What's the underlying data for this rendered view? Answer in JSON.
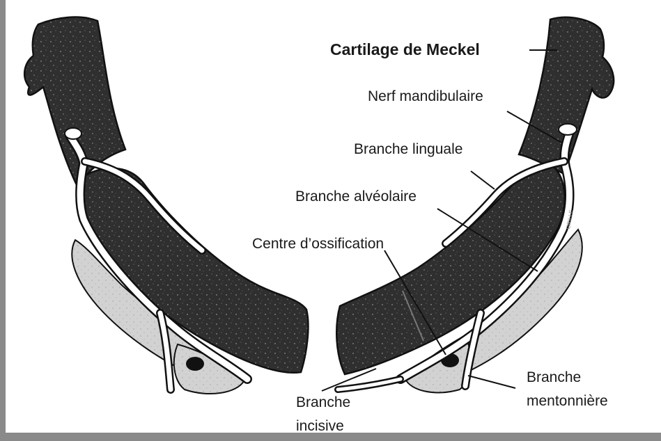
{
  "figure": {
    "labels": {
      "meckel": "Cartilage de Meckel",
      "nerf_mandibulaire": "Nerf mandibulaire",
      "branche_linguale": "Branche linguale",
      "branche_alveolaire": "Branche alvéolaire",
      "centre_ossification": "Centre d’ossification",
      "branche_incisive": "Branche\nincisive",
      "branche_mentonniere": "Branche\nmentonnière"
    },
    "signature": "GRILLE"
  },
  "colors": {
    "cartilage": "#2f2f2f",
    "bone": "#cfcfcf",
    "outline": "#111111",
    "nerve": "#ffffff",
    "frame": "#8a8a8a"
  }
}
